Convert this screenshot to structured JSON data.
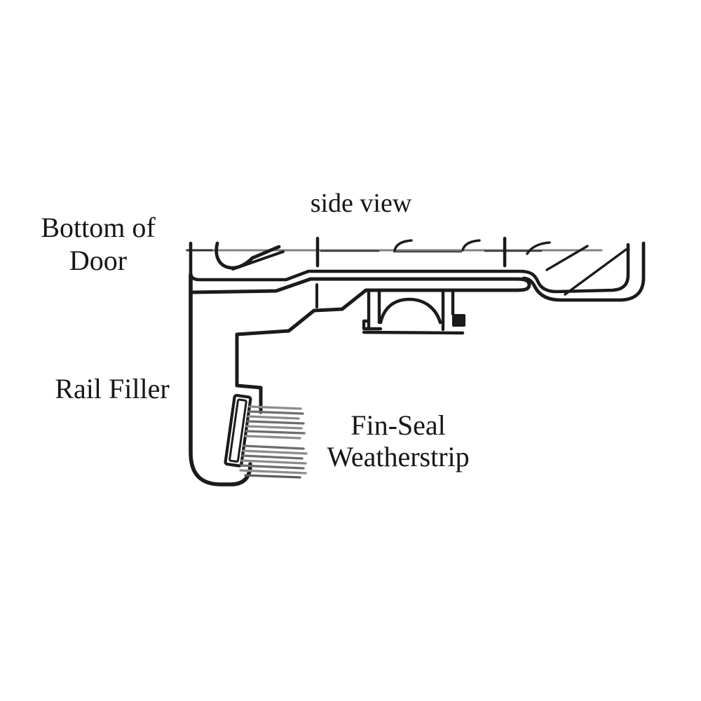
{
  "diagram": {
    "title": "side view",
    "labels": {
      "bottom_of_door_line1": "Bottom of",
      "bottom_of_door_line2": "Door",
      "rail_filler": "Rail Filler",
      "fin_seal_line1": "Fin-Seal",
      "fin_seal_line2": "Weatherstrip"
    },
    "parts": {
      "door_bottom": "bottom of door cross-section profile",
      "rail_filler": "L-shaped rail filler channel",
      "roller": "door roller with arch between two posts",
      "weatherstrip": "fin-seal brush weatherstrip in angled holder",
      "track_line": "hatched track reference line with tick marks"
    },
    "colors": {
      "background": "#ffffff",
      "ink": "#1b1b1b",
      "track_gray": "#828282",
      "bristle_light": "#8c8c8c",
      "bristle_dark": "#6d6d6d",
      "bristle_deep": "#5d5d5d"
    }
  }
}
